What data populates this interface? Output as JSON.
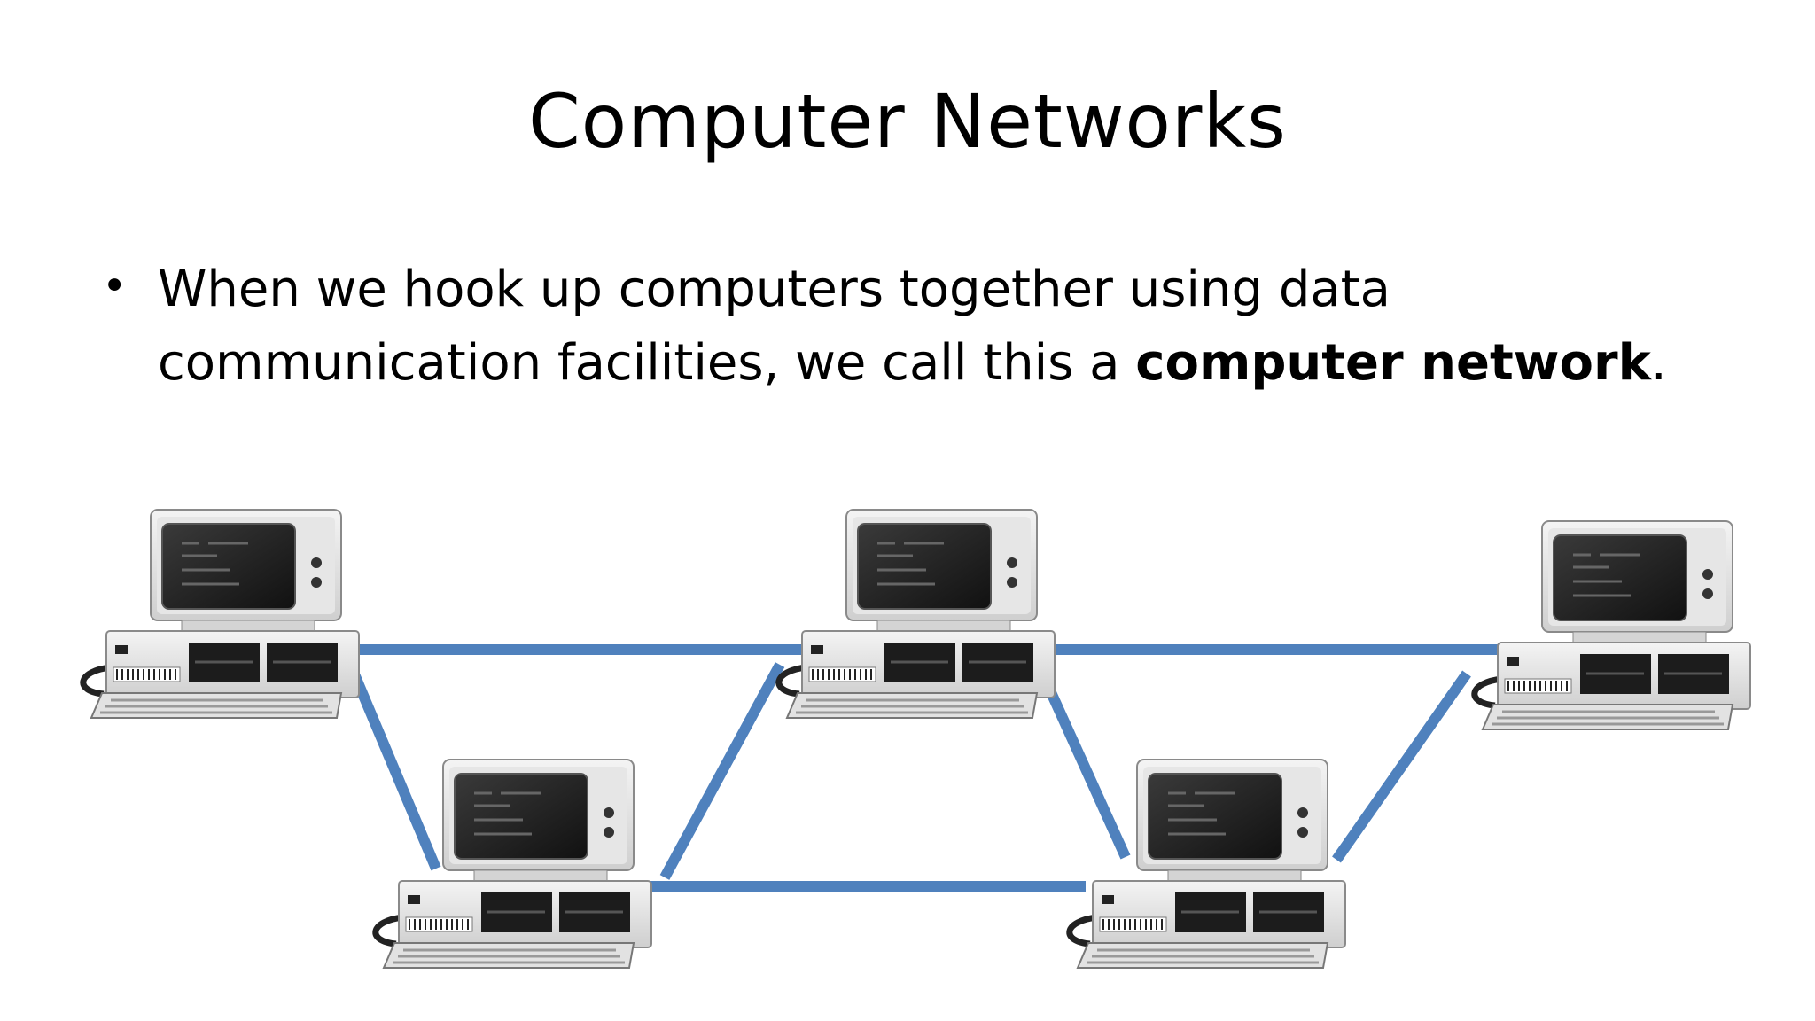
{
  "slide": {
    "title": "Computer Networks",
    "bullet": {
      "line1": "When we hook up computers together using data",
      "line2_prefix": "communication facilities, we call this a ",
      "line2_bold": "computer network",
      "line2_suffix": "."
    }
  },
  "diagram": {
    "nodes": [
      {
        "id": "pc-top-left"
      },
      {
        "id": "pc-top-center"
      },
      {
        "id": "pc-top-right"
      },
      {
        "id": "pc-bottom-left"
      },
      {
        "id": "pc-bottom-right"
      }
    ],
    "links": [
      {
        "from": "pc-top-left",
        "to": "pc-top-center"
      },
      {
        "from": "pc-top-left",
        "to": "pc-bottom-left"
      },
      {
        "from": "pc-bottom-left",
        "to": "pc-top-center"
      },
      {
        "from": "pc-bottom-left",
        "to": "pc-bottom-right"
      },
      {
        "from": "pc-top-center",
        "to": "pc-top-right"
      },
      {
        "from": "pc-top-center",
        "to": "pc-bottom-right"
      },
      {
        "from": "pc-bottom-right",
        "to": "pc-top-right"
      }
    ],
    "link_color": "#4f81bd"
  }
}
